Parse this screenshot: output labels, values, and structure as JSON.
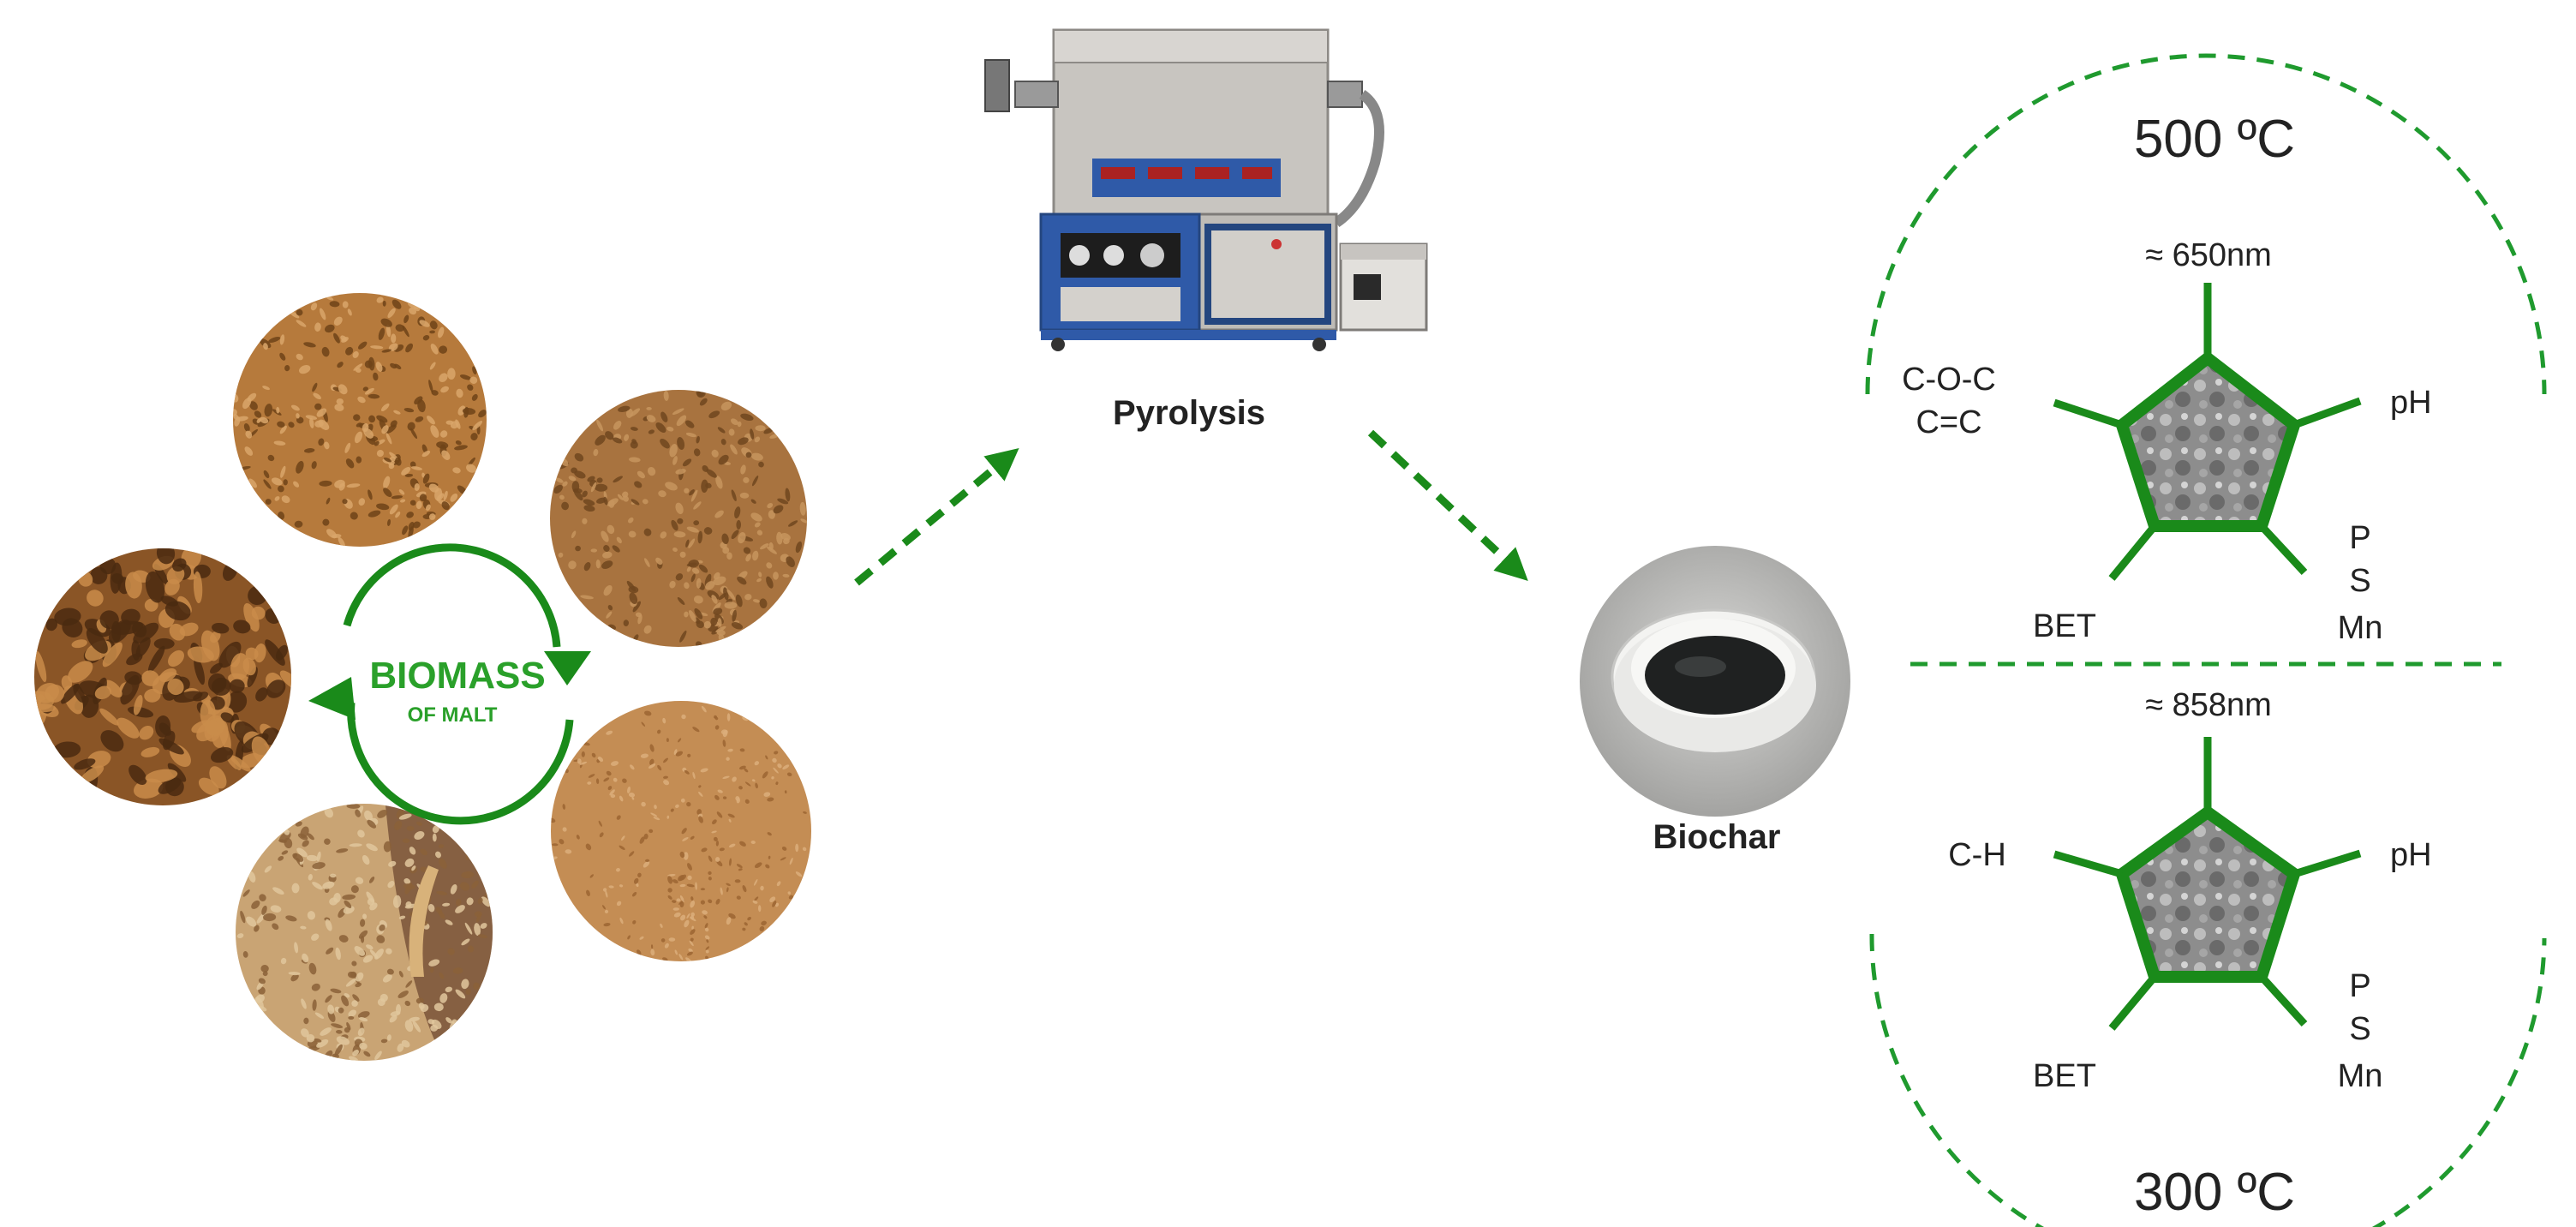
{
  "biomass": {
    "title": "BIOMASS",
    "subtitle": "OF MALT",
    "samples": [
      {
        "name": "malt-grains",
        "base": "#8a5526",
        "speck1": "#c98c4a",
        "speck2": "#4a2a10"
      },
      {
        "name": "coarse-chaff",
        "base": "#b67a3c",
        "speck1": "#d9a66a",
        "speck2": "#6e4318"
      },
      {
        "name": "ground-meal",
        "base": "#a8733f",
        "speck1": "#c7955e",
        "speck2": "#70461f"
      },
      {
        "name": "fine-powder",
        "base": "#c48d54",
        "speck1": "#dcae7b",
        "speck2": "#9c6532"
      },
      {
        "name": "wheat-grain",
        "base": "#c9a474",
        "speck1": "#e1c79c",
        "speck2": "#8b6238"
      }
    ]
  },
  "process": {
    "pyrolysis_label": "Pyrolysis",
    "biochar_label": "Biochar"
  },
  "temperatures": {
    "high": {
      "label": "500 ºC",
      "size": "≈ 650nm",
      "left_line1": "C-O-C",
      "left_line2": "C=C",
      "right": "pH",
      "lower_right_1": "P",
      "lower_right_2": "S",
      "lower_right_3": "Mn",
      "lower_left": "BET"
    },
    "low": {
      "label": "300 ºC",
      "size": "≈ 858nm",
      "left_line1": "C-H",
      "right": "pH",
      "lower_right_1": "P",
      "lower_right_2": "S",
      "lower_right_3": "Mn",
      "lower_left": "BET"
    }
  },
  "colors": {
    "accent_green": "#1a8a1a",
    "dashed_green": "#1f9a2e",
    "biomass_text": "#2aa02a",
    "furnace_body": "#c9c6c2",
    "furnace_panel": "#2f5aa8"
  }
}
